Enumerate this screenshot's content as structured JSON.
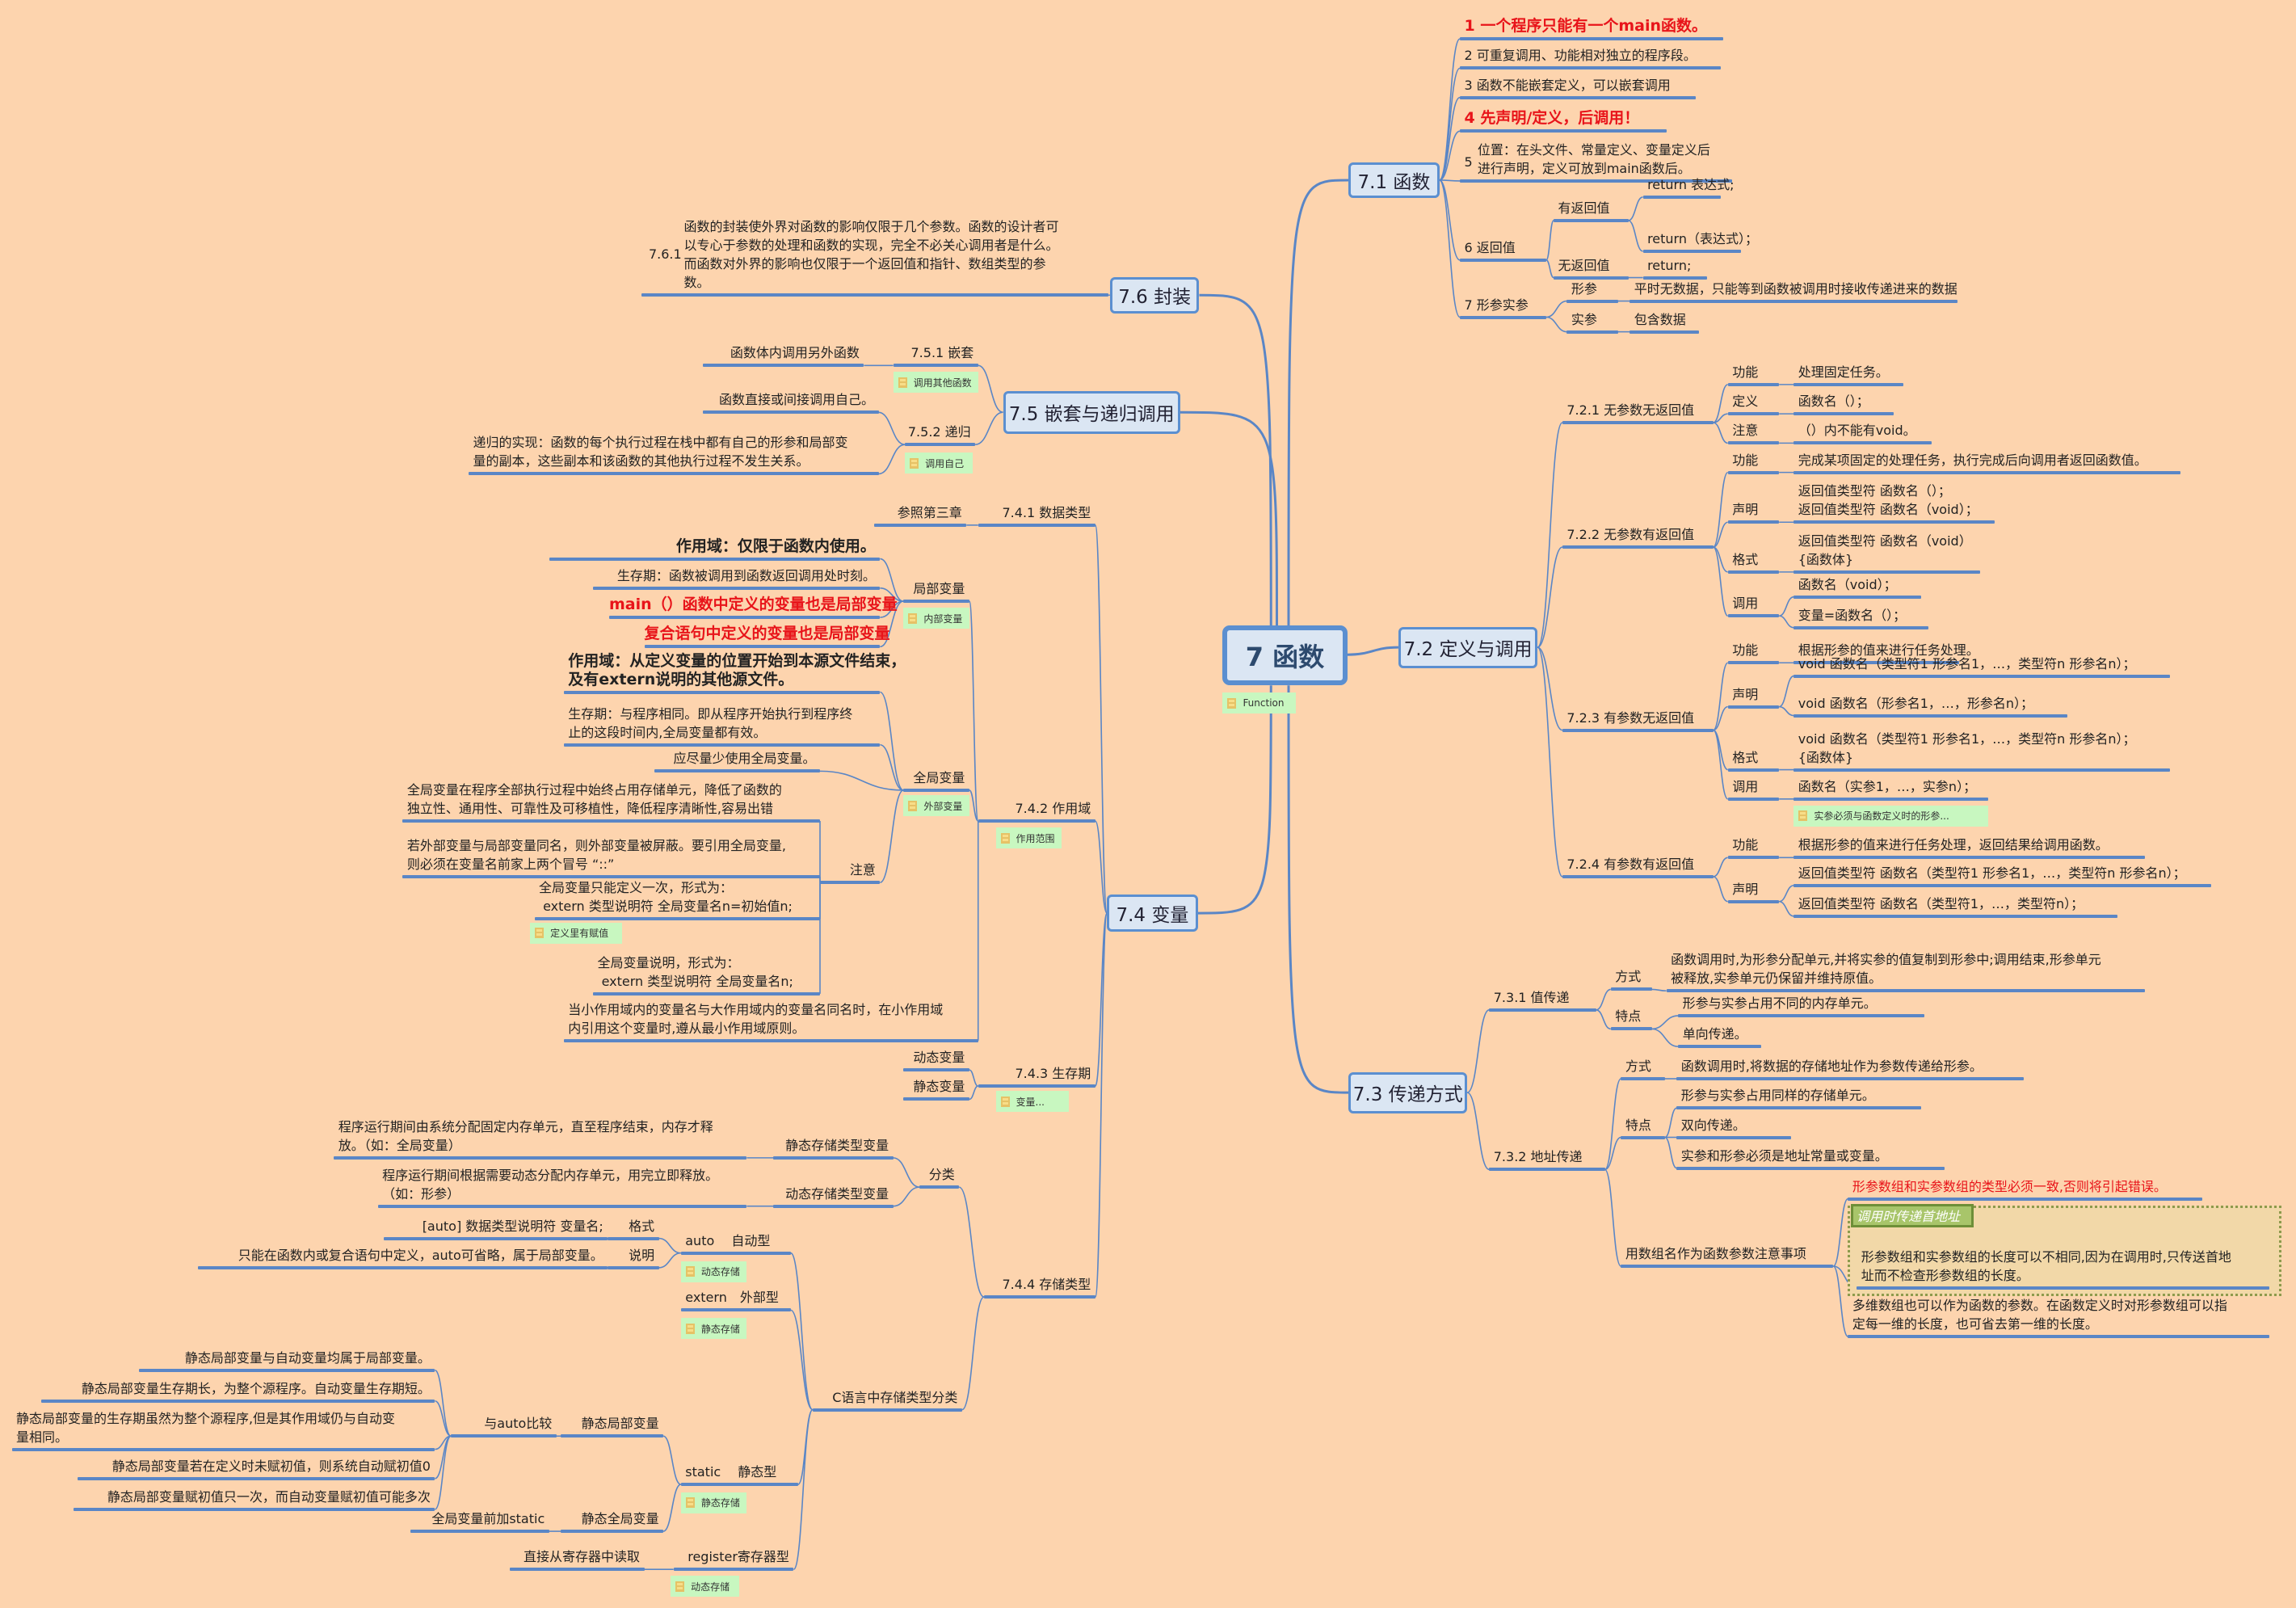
{
  "center": {
    "title": "7 函数",
    "note": "Function"
  },
  "s71": {
    "label": "7.1 函数",
    "p1": "1 一个程序只能有一个main函数。",
    "p2": "2 可重复调用、功能相对独立的程序段。",
    "p3": "3 函数不能嵌套定义，可以嵌套调用",
    "p4": "4 先声明/定义，后调用！",
    "p5_num": "5",
    "p5": "位置：在头文件、常量定义、变量定义后\n进行声明，定义可放到main函数后。",
    "p6": "6 返回值",
    "p6a": "有返回值",
    "p6a1": "return 表达式;",
    "p6a2": "return（表达式）；",
    "p6b": "无返回值",
    "p6b1": "return;",
    "p7": "7 形参实参",
    "p7a": "形参",
    "p7a1": "平时无数据，只能等到函数被调用时接收传递进来的数据",
    "p7b": "实参",
    "p7b1": "包含数据"
  },
  "s72": {
    "label": "7.2 定义与调用",
    "a": "7.2.1 无参数无返回值",
    "a1": "功能",
    "a1v": "处理固定任务。",
    "a2": "定义",
    "a2v": "函数名（）；",
    "a3": "注意",
    "a3v": "（）内不能有void。",
    "b": "7.2.2 无参数有返回值",
    "b1": "功能",
    "b1v": "完成某项固定的处理任务，执行完成后向调用者返回函数值。",
    "b2": "声明",
    "b2v": "返回值类型符 函数名（）；\n返回值类型符 函数名（void）；",
    "b3": "格式",
    "b3v": "返回值类型符 函数名（void）\n{函数体}",
    "b4": "调用",
    "b4v1": "函数名（void）；",
    "b4v2": "变量=函数名（）；",
    "c": "7.2.3 有参数无返回值",
    "c1": "功能",
    "c1v": "根据形参的值来进行任务处理。",
    "c2": "声明",
    "c2v1": "void 函数名（类型符1 形参名1，…，类型符n 形参名n）；",
    "c2v2": "void 函数名（形参名1，…，形参名n）；",
    "c3": "格式",
    "c3v": "void 函数名（类型符1 形参名1，…，类型符n 形参名n）；\n{函数体}",
    "c4": "调用",
    "c4v": "函数名（实参1，…，实参n）；",
    "c4note": "实参必须与函数定义时的形参...",
    "d": "7.2.4 有参数有返回值",
    "d1": "功能",
    "d1v": "根据形参的值来进行任务处理，返回结果给调用函数。",
    "d2": "声明",
    "d2v1": "返回值类型符 函数名（类型符1 形参名1，…，类型符n 形参名n）；",
    "d2v2": "返回值类型符 函数名（类型符1，…，类型符n）；"
  },
  "s73": {
    "label": "7.3 传递方式",
    "a": "7.3.1 值传递",
    "a1": "方式",
    "a1v": "函数调用时,为形参分配单元,并将实参的值复制到形参中;调用结束,形参单元\n被释放,实参单元仍保留并维持原值。",
    "a2": "特点",
    "a2v1": "形参与实参占用不同的内存单元。",
    "a2v2": "单向传递。",
    "b": "7.3.2 地址传递",
    "b1": "方式",
    "b1v": "函数调用时,将数据的存储地址作为参数传递给形参。",
    "b2": "特点",
    "b2v1": "形参与实参占用同样的存储单元。",
    "b2v2": "双向传递。",
    "b2v3": "实参和形参必须是地址常量或变量。",
    "b3": "用数组名作为函数参数注意事项",
    "b3v1": "形参数组和实参数组的类型必须一致,否则将引起错误。",
    "b3tag": "调用时传递首地址",
    "b3v2": "形参数组和实参数组的长度可以不相同,因为在调用时,只传送首地\n址而不检查形参数组的长度。",
    "b3v3": "多维数组也可以作为函数的参数。在函数定义时对形参数组可以指\n定每一维的长度，也可省去第一维的长度。"
  },
  "s74": {
    "label": "7.4 变量",
    "a": "7.4.1 数据类型",
    "a1": "参照第三章",
    "b": "7.4.2 作用域",
    "bnote": "作用范围",
    "b1": "局部变量",
    "b1note": "内部变量",
    "b1a": "作用域：仅限于函数内使用。",
    "b1b": "生存期：函数被调用到函数返回调用处时刻。",
    "b1c": "main（）函数中定义的变量也是局部变量",
    "b1d": "复合语句中定义的变量也是局部变量",
    "b2": "全局变量",
    "b2note": "外部变量",
    "b2a": "作用域：从定义变量的位置开始到本源文件结束，\n及有extern说明的其他源文件。",
    "b2b": "生存期：与程序相同。即从程序开始执行到程序终\n止的这段时间内,全局变量都有效。",
    "b2c": "应尽量少使用全局变量。",
    "b2d": "注意",
    "b2d1": "全局变量在程序全部执行过程中始终占用存储单元，降低了函数的\n独立性、通用性、可靠性及可移植性，降低程序清晰性,容易出错",
    "b2d2": "若外部变量与局部变量同名，则外部变量被屏蔽。要引用全局变量,\n则必须在变量名前家上两个冒号 “::”",
    "b2d3": "全局变量只能定义一次，形式为：\n extern 类型说明符 全局变量名n=初始值n;",
    "b2d3note": "定义里有赋值",
    "b2d4": "全局变量说明，形式为：\n extern 类型说明符 全局变量名n;",
    "b3": "当小作用域内的变量名与大作用域内的变量名同名时，在小作用域\n内引用这个变量时,遵从最小作用域原则。",
    "c": "7.4.3 生存期",
    "cnote": "变量...",
    "c1": "动态变量",
    "c2": "静态变量",
    "d": "7.4.4 存储类型",
    "d1": "分类",
    "d1a": "静态存储类型变量",
    "d1a1": "程序运行期间由系统分配固定内存单元，直至程序结束，内存才释\n放。（如：全局变量）",
    "d1b": "动态存储类型变量",
    "d1b1": "程序运行期间根据需要动态分配内存单元，用完立即释放。\n（如：形参）",
    "d2": "C语言中存储类型分类",
    "d2a": "auto　 自动型",
    "d2anote": "动态存储",
    "d2a1": "格式",
    "d2a1v": "[auto] 数据类型说明符 变量名;",
    "d2a2": "说明",
    "d2a2v": "只能在函数内或复合语句中定义，auto可省略，属于局部变量。",
    "d2b": "extern　外部型",
    "d2bnote": "静态存储",
    "d2c": "static　 静态型",
    "d2cnote": "静态存储",
    "d2c1": "静态局部变量",
    "d2c1a": "与auto比较",
    "d2c1a1": "静态局部变量与自动变量均属于局部变量。",
    "d2c1a2": "静态局部变量生存期长，为整个源程序。自动变量生存期短。",
    "d2c1a3": "静态局部变量的生存期虽然为整个源程序,但是其作用域仍与自动变\n量相同。",
    "d2c1a4": "静态局部变量若在定义时未赋初值，则系统自动赋初值0",
    "d2c1a5": "静态局部变量赋初值只一次，而自动变量赋初值可能多次",
    "d2c2": "静态全局变量",
    "d2c2a": "全局变量前加static",
    "d2d": "register寄存器型",
    "d2dnote": "动态存储",
    "d2d1": "直接从寄存器中读取"
  },
  "s75": {
    "label": "7.5 嵌套与递归调用",
    "a": "7.5.1 嵌套",
    "anote": "调用其他函数",
    "a1": "函数体内调用另外函数",
    "b": "7.5.2 递归",
    "bnote": "调用自己",
    "b1": "函数直接或间接调用自己。",
    "b2": "递归的实现：函数的每个执行过程在栈中都有自己的形参和局部变\n量的副本，这些副本和该函数的其他执行过程不发生关系。"
  },
  "s76": {
    "label": "7.6 封装",
    "t1_num": "7.6.1",
    "t1": "函数的封装使外界对函数的影响仅限于几个参数。函数的设计者可\n以专心于参数的处理和函数的实现，完全不必关心调用者是什么。\n而函数对外界的影响也仅限于一个返回值和指针、数组类型的参\n数。"
  },
  "colors": {
    "background": "#fdd4ae",
    "line": "#5a86c6",
    "box": "#dbe6f3",
    "red": "#e8141a",
    "note": "#c8f7c0"
  }
}
